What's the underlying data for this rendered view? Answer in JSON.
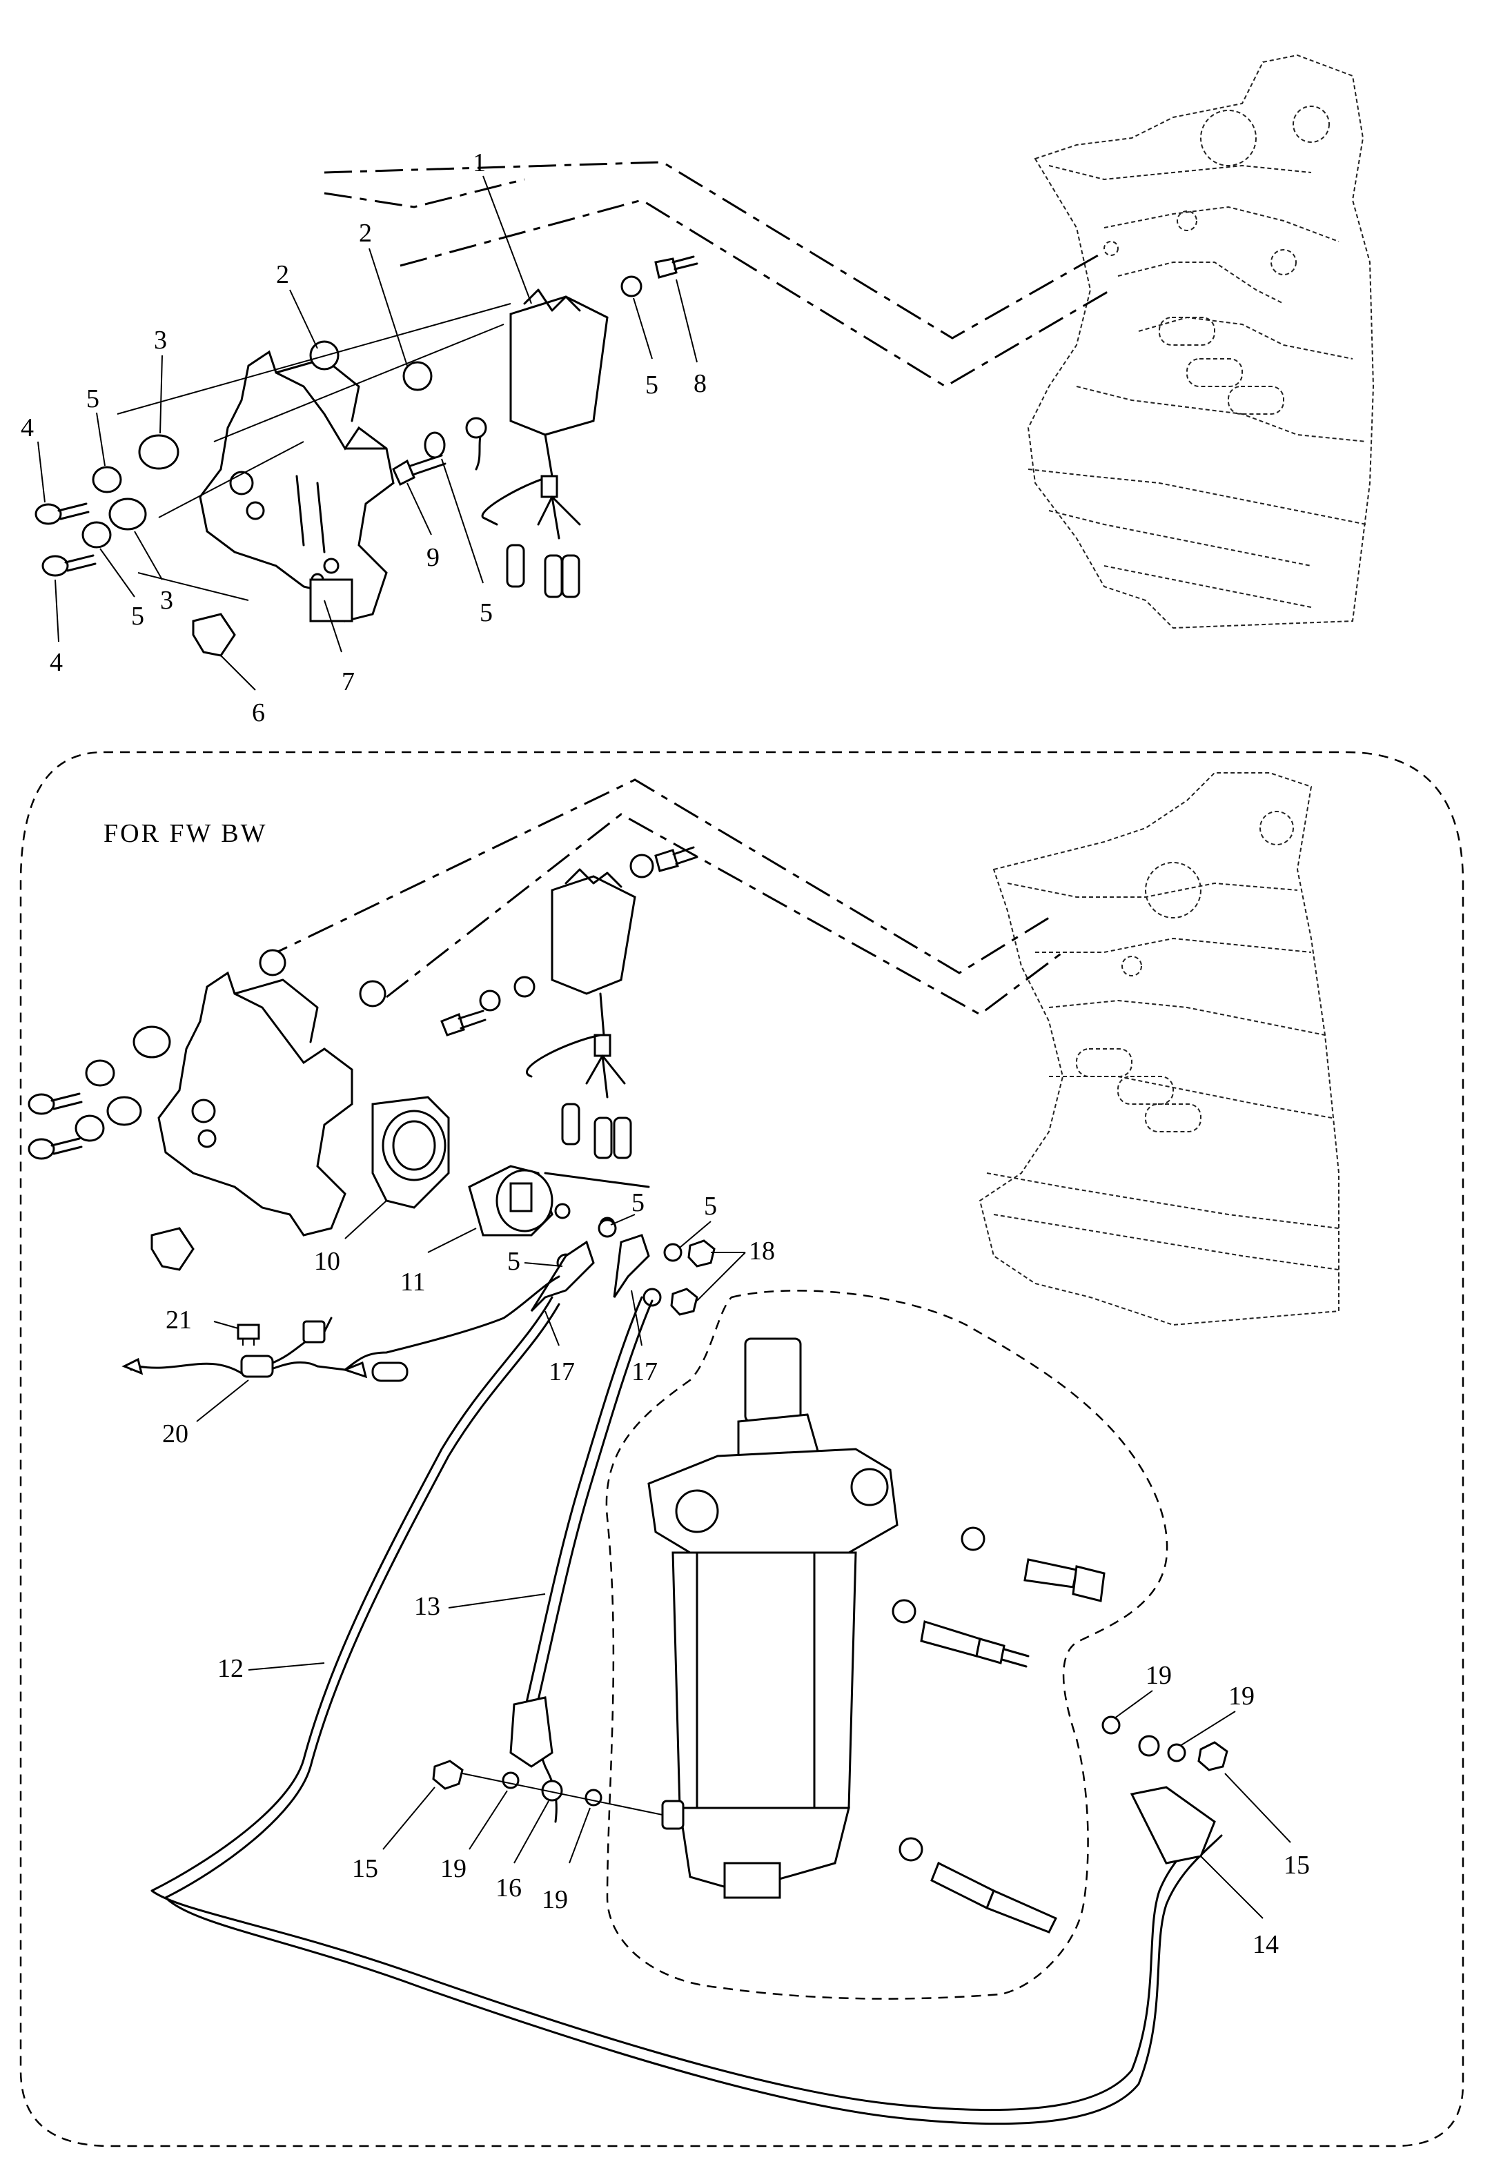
{
  "section_title": "FOR FW BW",
  "callouts": {
    "c1": "1",
    "c2a": "2",
    "c2b": "2",
    "c3a": "3",
    "c3b": "3",
    "c4a": "4",
    "c4b": "4",
    "c5a": "5",
    "c5b": "5",
    "c5c": "5",
    "c5d": "5",
    "c5e": "5",
    "c5f": "5",
    "c5g": "5",
    "c6": "6",
    "c7": "7",
    "c8": "8",
    "c9": "9",
    "c10": "10",
    "c11": "11",
    "c12": "12",
    "c13": "13",
    "c14": "14",
    "c15a": "15",
    "c15b": "15",
    "c16": "16",
    "c17a": "17",
    "c17b": "17",
    "c18": "18",
    "c19a": "19",
    "c19b": "19",
    "c19c": "19",
    "c19d": "19",
    "c20": "20",
    "c21": "21"
  }
}
